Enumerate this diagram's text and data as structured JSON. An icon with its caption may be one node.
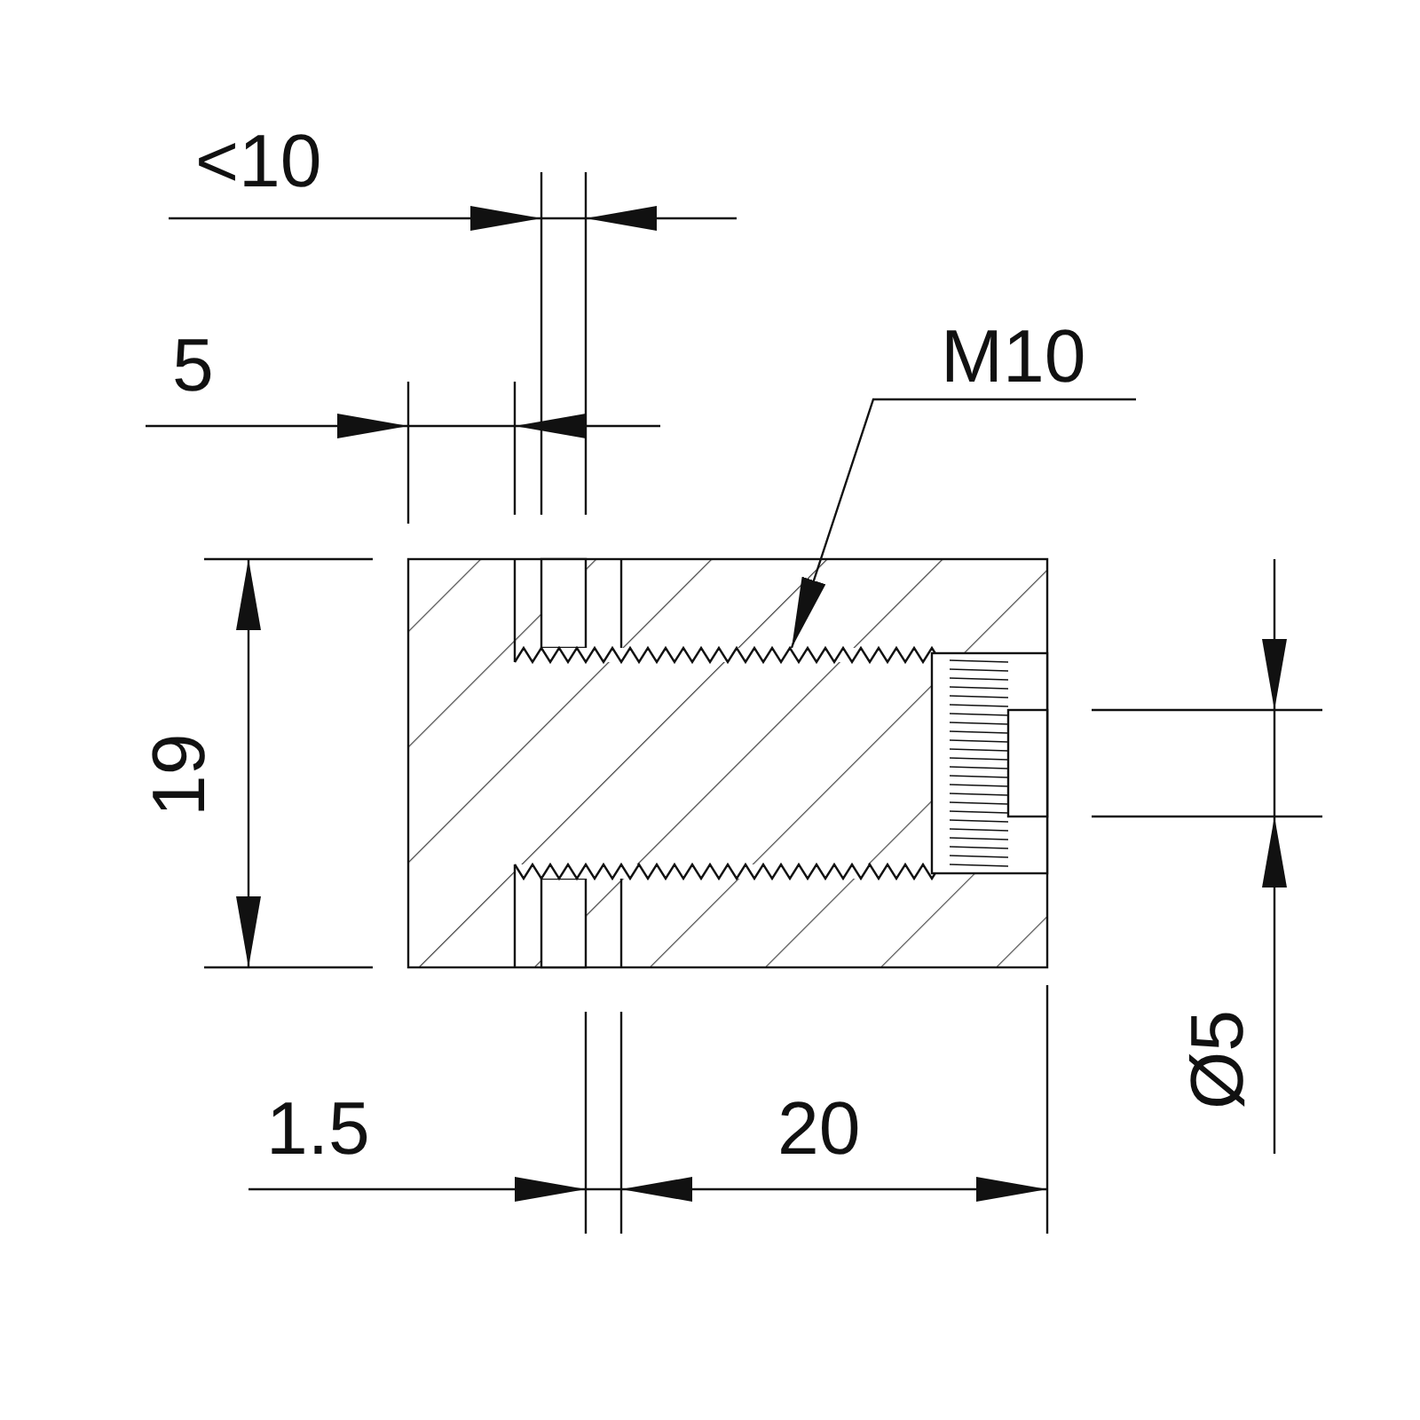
{
  "diagram": {
    "nodes": [
      {
        "text": [
          "M10"
        ]
      },
      {
        "text": [],
        "shape": "picture"
      }
    ],
    "edges": [
      {
        "from": 0,
        "to": 1,
        "arrow": "to"
      }
    ],
    "labels": [
      "<10",
      "5",
      "19",
      "Ø5",
      "1.5",
      "20"
    ]
  }
}
